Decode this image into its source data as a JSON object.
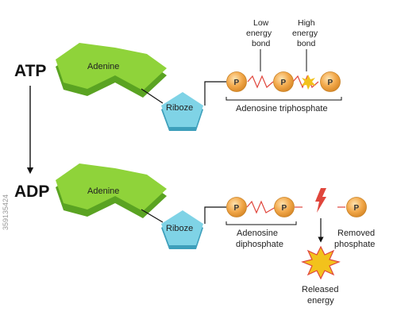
{
  "atp_label": "ATP",
  "adp_label": "ADP",
  "adenine": "Adenine",
  "ribose": "Riboze",
  "phosphate": "P",
  "low_bond": [
    "Low",
    "energy",
    "bond"
  ],
  "high_bond": [
    "High",
    "energy",
    "bond"
  ],
  "triphosphate": "Adenosine triphosphate",
  "diphosphate": [
    "Adenosine",
    "diphosphate"
  ],
  "removed": [
    "Removed",
    "phosphate"
  ],
  "released": [
    "Released",
    "energy"
  ],
  "watermark_id": "359135424",
  "colors": {
    "adenine_top": "#8fd33a",
    "adenine_side": "#5aa322",
    "ribose_top": "#7fd3e6",
    "ribose_side": "#3d9fbb",
    "phosphate": "#f0a848",
    "bond": "#e0463c",
    "spark": "#f2c21c"
  }
}
